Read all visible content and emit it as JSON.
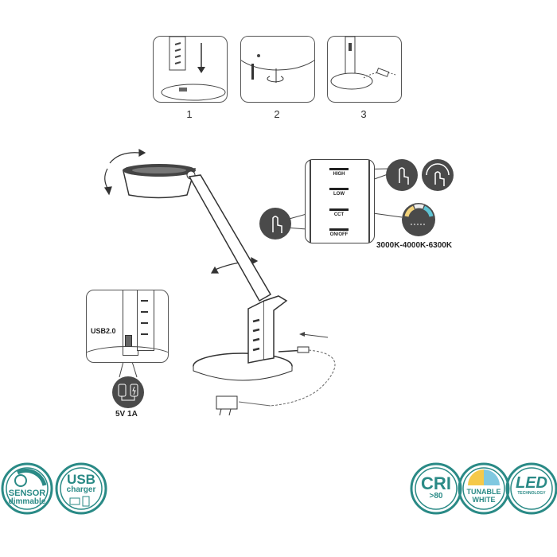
{
  "steps": [
    {
      "label": "1"
    },
    {
      "label": "2"
    },
    {
      "label": "3"
    }
  ],
  "control_panel": {
    "buttons": [
      "HIGH",
      "LOW",
      "CCT",
      "ON/OFF"
    ],
    "color_temperature": "3000K-4000K-6300K"
  },
  "usb_inset": {
    "port_label": "USB2.0",
    "output": "5V 1A"
  },
  "badges": {
    "sensor": {
      "line1": "SENSOR",
      "line2": "dimmable"
    },
    "usb": {
      "line1": "USB",
      "line2": "charger"
    },
    "cri": {
      "line1": "CRI",
      "line2": ">80"
    },
    "tunable": {
      "line1": "TUNABLE",
      "line2": "WHITE"
    },
    "led": {
      "line1": "LED",
      "line2": "TECHNOLOGY"
    }
  },
  "colors": {
    "teal": "#2a8a86",
    "dark_icon": "#4a4a4a"
  }
}
